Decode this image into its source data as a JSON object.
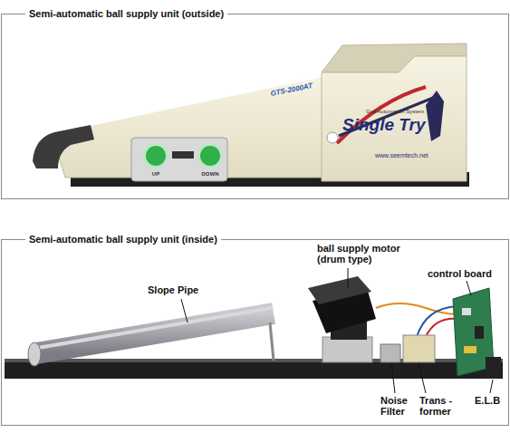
{
  "diagram": {
    "nodes": [
      {
        "text": [
          "Semi-automatic ball supply unit (outside)"
        ]
      },
      {
        "text": [
          "Semi-automatic ball supply unit (inside)"
        ]
      }
    ],
    "labels": [
      "GTS-2000AT",
      "Single Try",
      "Golf Automation System",
      "www.seemtech.net",
      "UP",
      "DOWN",
      "Slope Pipe",
      "ball supply motor (drum type)",
      "control board",
      "Noise Filter",
      "Trans -former",
      "E.L.B"
    ]
  }
}
